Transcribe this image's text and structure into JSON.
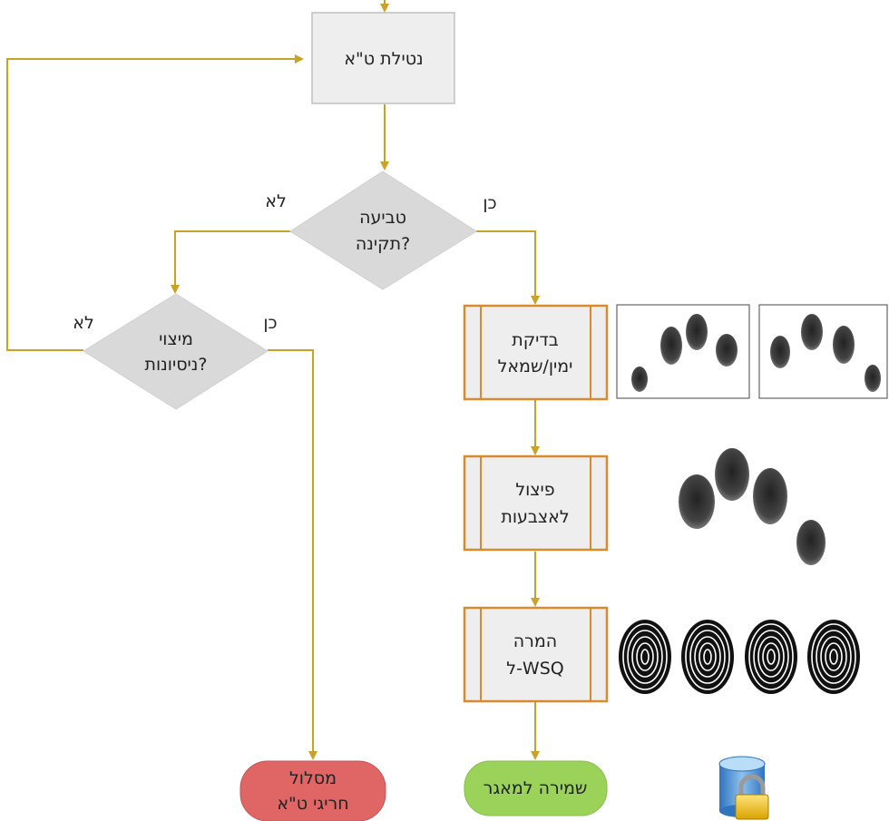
{
  "diagram": {
    "nodes": {
      "take_fingerprint": {
        "label": "נטילת ט\"א"
      },
      "quality_check": {
        "line1": "טביעה",
        "line2": "תקינה?"
      },
      "attempts_exhausted": {
        "line1": "מיצוי",
        "line2": "ניסיונות?"
      },
      "left_right_check": {
        "line1": "בדיקת",
        "line2": "ימין/שמאל"
      },
      "split_fingers": {
        "line1": "פיצול",
        "line2": "לאצבעות"
      },
      "convert_wsq": {
        "line1": "המרה",
        "line2": "ל-WSQ"
      },
      "exception_path": {
        "line1": "מסלול",
        "line2": "חריגי ט\"א"
      },
      "save_db": {
        "label": "שמירה למאגר"
      }
    },
    "edge_labels": {
      "quality_yes": "כן",
      "quality_no": "לא",
      "attempts_yes": "כן",
      "attempts_no": "לא"
    },
    "icons": [
      "fingerprint-slap-left-icon",
      "fingerprint-slap-right-icon",
      "segmented-fingers-icon",
      "wsq-fingerprint-icon",
      "database-lock-icon"
    ]
  },
  "colors": {
    "connector": "#c9a227",
    "process_fill": "#eeeeee",
    "process_border": "#c0c0c0",
    "subprocess_border": "#d98a2b",
    "decision_fill": "#d9d9d9",
    "terminal_red": "#e06666",
    "terminal_green": "#9bd35a"
  }
}
